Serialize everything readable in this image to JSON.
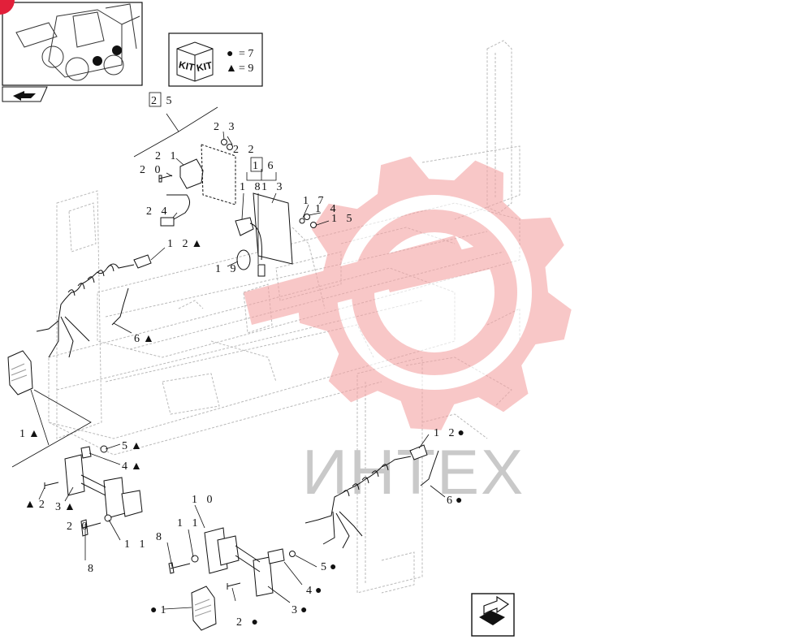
{
  "kit": {
    "label_left": "KIT",
    "label_right": "KIT",
    "legend": [
      {
        "symbol": "●",
        "text": "= 7"
      },
      {
        "symbol": "▲",
        "text": "= 9"
      }
    ]
  },
  "watermark": {
    "text": "ИНТЕХ"
  },
  "callouts": [
    {
      "id": "c25",
      "text": "2 5"
    },
    {
      "id": "c23",
      "text": "2 3"
    },
    {
      "id": "c22a",
      "text": "2 2"
    },
    {
      "id": "c22b",
      "text": "2 2"
    },
    {
      "id": "c21",
      "text": "2 1"
    },
    {
      "id": "c20a",
      "text": "2 0"
    },
    {
      "id": "c16",
      "text": "1 6"
    },
    {
      "id": "c18",
      "text": "1 8"
    },
    {
      "id": "c13",
      "text": "1 3"
    },
    {
      "id": "c17",
      "text": "1 7"
    },
    {
      "id": "c14",
      "text": "1 4"
    },
    {
      "id": "c15",
      "text": "1 5"
    },
    {
      "id": "c24",
      "text": "2 4"
    },
    {
      "id": "c12a",
      "text": "1 2▲"
    },
    {
      "id": "c19",
      "text": "1 9"
    },
    {
      "id": "c6a",
      "text": "6▲"
    },
    {
      "id": "c1a",
      "text": "1▲"
    },
    {
      "id": "c5a",
      "text": "5▲"
    },
    {
      "id": "c4a",
      "text": "4▲"
    },
    {
      "id": "c2a",
      "text": "▲2"
    },
    {
      "id": "c3a",
      "text": "3▲"
    },
    {
      "id": "c20b",
      "text": "2 0"
    },
    {
      "id": "c11a",
      "text": "1 1"
    },
    {
      "id": "c8a",
      "text": "8"
    },
    {
      "id": "c10",
      "text": "1 0"
    },
    {
      "id": "c11b",
      "text": "1 1"
    },
    {
      "id": "c8b",
      "text": "8"
    },
    {
      "id": "c12b",
      "text": "1 2●"
    },
    {
      "id": "c6b",
      "text": "6●"
    },
    {
      "id": "c5b",
      "text": "5●"
    },
    {
      "id": "c4b",
      "text": "4●"
    },
    {
      "id": "c3b",
      "text": "3●"
    },
    {
      "id": "c1b",
      "text": "●1"
    },
    {
      "id": "c2b",
      "text": "2 ●"
    }
  ],
  "icons": {
    "thumbnail": "backhoe-loader-thumbnail",
    "nav_back": "back-arrow-icon",
    "nav_next": "next-page-icon",
    "watermark_logo": "gear-logo"
  },
  "colors": {
    "watermark_red": "#f4a5a5",
    "watermark_text": "#c9c9c9",
    "line": "#111111",
    "ghost_line": "#b9b9b9",
    "badge_red": "#e2203a"
  }
}
